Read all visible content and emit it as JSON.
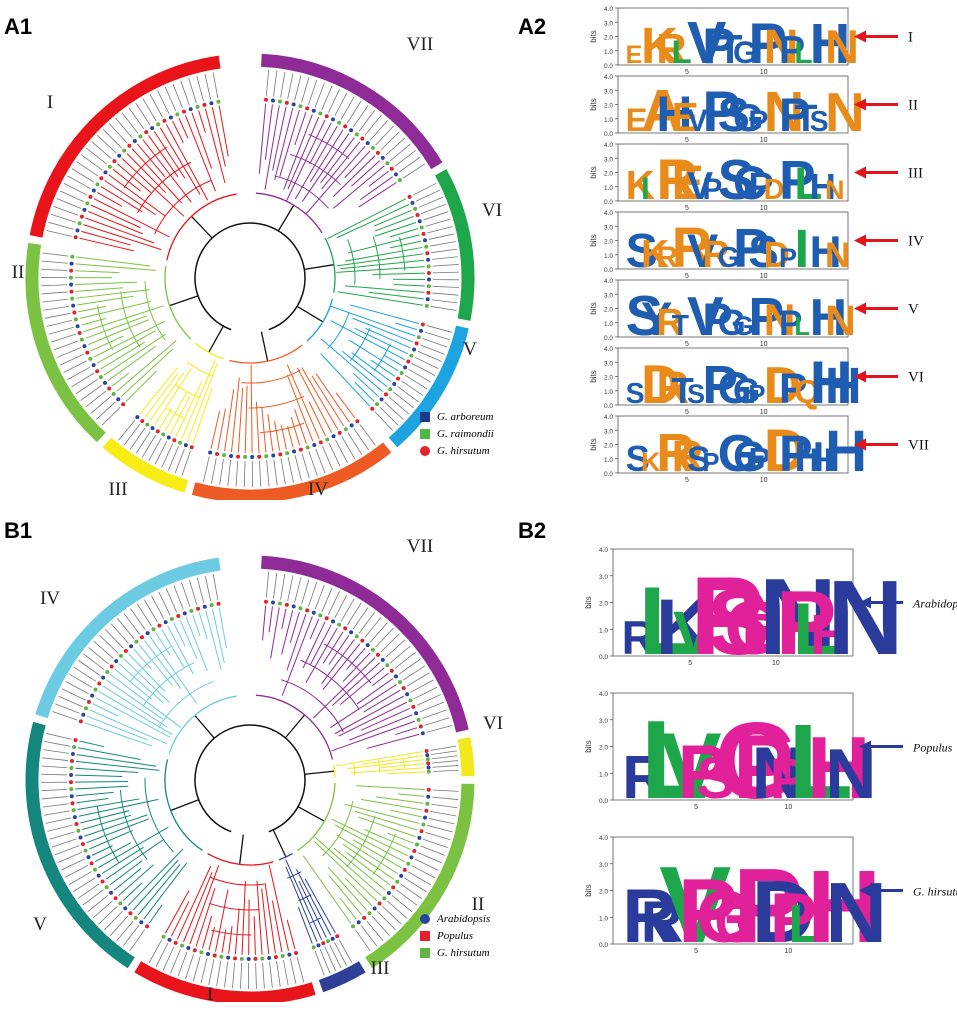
{
  "panels": {
    "a1": "A1",
    "a2": "A2",
    "b1": "B1",
    "b2": "B2"
  },
  "treeA": {
    "clades": [
      {
        "label": "I",
        "color": "#e8141a"
      },
      {
        "label": "II",
        "color": "#7cc242"
      },
      {
        "label": "III",
        "color": "#f7ec13"
      },
      {
        "label": "IV",
        "color": "#ee5a24"
      },
      {
        "label": "V",
        "color": "#1ca3e0"
      },
      {
        "label": "VI",
        "color": "#1ea64b"
      },
      {
        "label": "VII",
        "color": "#8e2b97"
      }
    ],
    "legend": [
      {
        "label": "G. arboreum",
        "color": "#1b3a8c",
        "shape": "square"
      },
      {
        "label": "G. raimondii",
        "color": "#4cb848",
        "shape": "square"
      },
      {
        "label": "G. hirsutum",
        "color": "#e4222a",
        "shape": "circle"
      }
    ]
  },
  "treeB": {
    "clades": [
      {
        "label": "IV",
        "color": "#6ccbe3"
      },
      {
        "label": "VII",
        "color": "#8e2b97"
      },
      {
        "label": "VI",
        "color": "#f3e81c"
      },
      {
        "label": "II",
        "color": "#7cc242"
      },
      {
        "label": "III",
        "color": "#2e3f98"
      },
      {
        "label": "I",
        "color": "#e8141a"
      },
      {
        "label": "V",
        "color": "#14867e"
      }
    ],
    "legend": [
      {
        "label": "Arabidopsis",
        "color": "#2845a6",
        "shape": "circle"
      },
      {
        "label": "Populus",
        "color": "#e4222a",
        "shape": "square"
      },
      {
        "label": "G. hirsutum",
        "color": "#60b544",
        "shape": "square"
      }
    ]
  },
  "logosA": {
    "ylabel": "bits",
    "xticks": [
      "5",
      "10"
    ],
    "rows": [
      {
        "label": "I",
        "seq": [
          "E",
          "K",
          "R",
          "L",
          "V",
          "P",
          "T",
          "G",
          "P",
          "N",
          "P",
          "L",
          "H",
          "N"
        ]
      },
      {
        "label": "II",
        "seq": [
          "E",
          "A",
          "H",
          "E",
          "V",
          "P",
          "S",
          "G",
          "P",
          "N",
          "P",
          "T",
          "S",
          "N"
        ]
      },
      {
        "label": "III",
        "seq": [
          "K",
          "I",
          "R",
          "E",
          "V",
          "P",
          "S",
          "C",
          "P",
          "D",
          "P",
          "L",
          "H",
          "N"
        ]
      },
      {
        "label": "IV",
        "seq": [
          "S",
          "K",
          "R",
          "R",
          "V",
          "R",
          "G",
          "P",
          "S",
          "D",
          "P",
          "I",
          "H",
          "N"
        ]
      },
      {
        "label": "V",
        "seq": [
          "S",
          "Y",
          "R",
          "T",
          "V",
          "P",
          "G",
          "G",
          "P",
          "N",
          "P",
          "L",
          "H",
          "N"
        ]
      },
      {
        "label": "VI",
        "seq": [
          "S",
          "D",
          "R",
          "T",
          "S",
          "P",
          "G",
          "G",
          "P",
          "D",
          "P",
          "Q",
          "H",
          "H"
        ]
      },
      {
        "label": "VII",
        "seq": [
          "S",
          "K",
          "R",
          "R",
          "S",
          "P",
          "G",
          "G",
          "P",
          "D",
          "P",
          "H",
          "H",
          "H"
        ]
      }
    ],
    "yticks": [
      "0.0",
      "1.0",
      "2.0",
      "3.0",
      "4.0"
    ]
  },
  "logosB": {
    "ylabel": "bits",
    "xticks": [
      "5",
      "10"
    ],
    "yticks": [
      "0.0",
      "1.0",
      "2.0",
      "3.0",
      "4.0"
    ],
    "rows": [
      {
        "label": "Arabidopsis",
        "seq": [
          "R",
          "L",
          "K",
          "V",
          "P",
          "S",
          "G",
          "P",
          "N",
          "P",
          "L",
          "H",
          "N"
        ]
      },
      {
        "label": "Populus",
        "seq": [
          "R",
          "L",
          "V",
          "P",
          "S",
          "G",
          "P",
          "N",
          "P",
          "L",
          "H",
          "N"
        ]
      },
      {
        "label": "G. hirsutum",
        "seq": [
          "R",
          "R",
          "V",
          "P",
          "G",
          "G",
          "P",
          "D",
          "P",
          "L",
          "H",
          "N"
        ]
      }
    ]
  }
}
